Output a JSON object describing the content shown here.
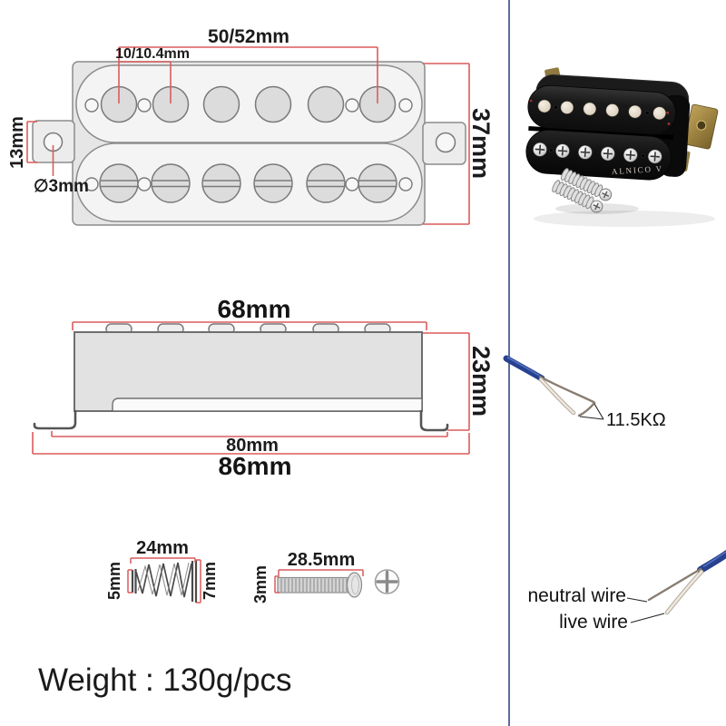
{
  "page": {
    "background_color": "#ffffff",
    "divider_color": "#4a5c94",
    "dimension_line_color": "#dc5c5c",
    "drawing_outline_color": "#777777",
    "wire_blue_color": "#26418f",
    "brass_color": "#a88f4a"
  },
  "top_view": {
    "label_pole_span": "50/52mm",
    "label_pole_pitch": "10/10.4mm",
    "label_height": "37mm",
    "label_tab": "13mm",
    "label_hole": "∅3mm"
  },
  "side_view": {
    "label_top_width": "68mm",
    "label_height": "23mm",
    "label_base_width": "80mm",
    "label_total_width": "86mm"
  },
  "spring": {
    "label_length": "24mm",
    "label_end_small": "5mm",
    "label_end_large": "7mm"
  },
  "screw": {
    "label_length": "28.5mm",
    "label_diameter": "3mm"
  },
  "photo": {
    "magnet_text": "ALNICO V"
  },
  "wiring": {
    "label_resistance": "11.5KΩ",
    "label_neutral": "neutral wire",
    "label_live": "live wire"
  },
  "footer": {
    "weight_text": "Weight : 130g/pcs"
  }
}
